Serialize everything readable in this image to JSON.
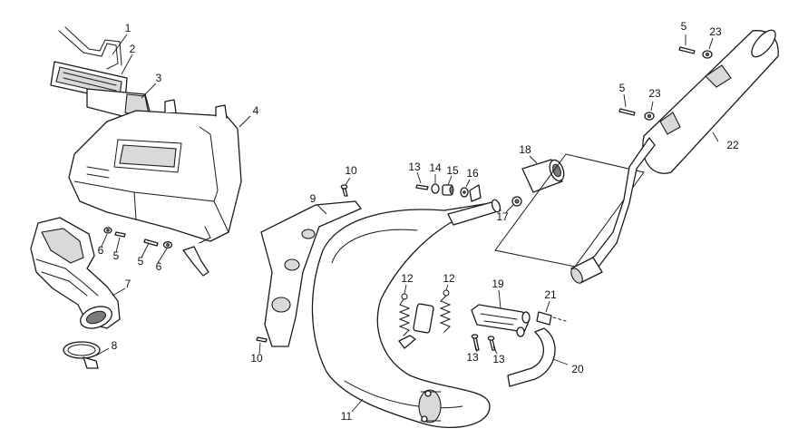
{
  "callouts": [
    {
      "id": "c1",
      "label": "1"
    },
    {
      "id": "c2",
      "label": "2"
    },
    {
      "id": "c3",
      "label": "3"
    },
    {
      "id": "c4",
      "label": "4"
    },
    {
      "id": "c5a",
      "label": "5"
    },
    {
      "id": "c5b",
      "label": "5"
    },
    {
      "id": "c5c",
      "label": "5"
    },
    {
      "id": "c5d",
      "label": "5"
    },
    {
      "id": "c6a",
      "label": "6"
    },
    {
      "id": "c6b",
      "label": "6"
    },
    {
      "id": "c7",
      "label": "7"
    },
    {
      "id": "c8",
      "label": "8"
    },
    {
      "id": "c9",
      "label": "9"
    },
    {
      "id": "c10a",
      "label": "10"
    },
    {
      "id": "c10b",
      "label": "10"
    },
    {
      "id": "c11",
      "label": "11"
    },
    {
      "id": "c12a",
      "label": "12"
    },
    {
      "id": "c12b",
      "label": "12"
    },
    {
      "id": "c13a",
      "label": "13"
    },
    {
      "id": "c13b",
      "label": "13"
    },
    {
      "id": "c13c",
      "label": "13"
    },
    {
      "id": "c14",
      "label": "14"
    },
    {
      "id": "c15",
      "label": "15"
    },
    {
      "id": "c16",
      "label": "16"
    },
    {
      "id": "c17",
      "label": "17"
    },
    {
      "id": "c18",
      "label": "18"
    },
    {
      "id": "c19",
      "label": "19"
    },
    {
      "id": "c20",
      "label": "20"
    },
    {
      "id": "c21",
      "label": "21"
    },
    {
      "id": "c22",
      "label": "22"
    },
    {
      "id": "c23a",
      "label": "23"
    },
    {
      "id": "c23b",
      "label": "23"
    }
  ]
}
